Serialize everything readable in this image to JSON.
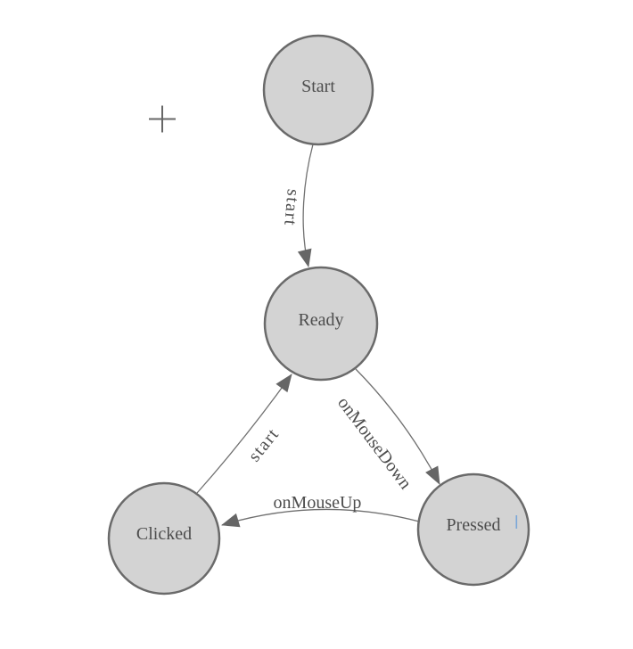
{
  "canvas": {
    "background": "#ffffff"
  },
  "diagram": {
    "type": "state-machine",
    "colors": {
      "node_fill": "#d3d3d3",
      "node_border": "#6a6a6a",
      "node_text": "#4d4d4d",
      "edge_line": "#707070",
      "arrow_fill": "#666666",
      "edge_text": "#4d4d4d",
      "crosshair": "#666666",
      "caret": "#7aa7d8"
    },
    "nodes": [
      {
        "id": "start",
        "label": "Start"
      },
      {
        "id": "ready",
        "label": "Ready"
      },
      {
        "id": "clicked",
        "label": "Clicked"
      },
      {
        "id": "pressed",
        "label": "Pressed"
      }
    ],
    "edges": [
      {
        "from": "Start",
        "to": "Ready",
        "label": "start"
      },
      {
        "from": "Clicked",
        "to": "Ready",
        "label": "start"
      },
      {
        "from": "Ready",
        "to": "Pressed",
        "label": "onMouseDown"
      },
      {
        "from": "Pressed",
        "to": "Clicked",
        "label": "onMouseUp"
      }
    ]
  }
}
